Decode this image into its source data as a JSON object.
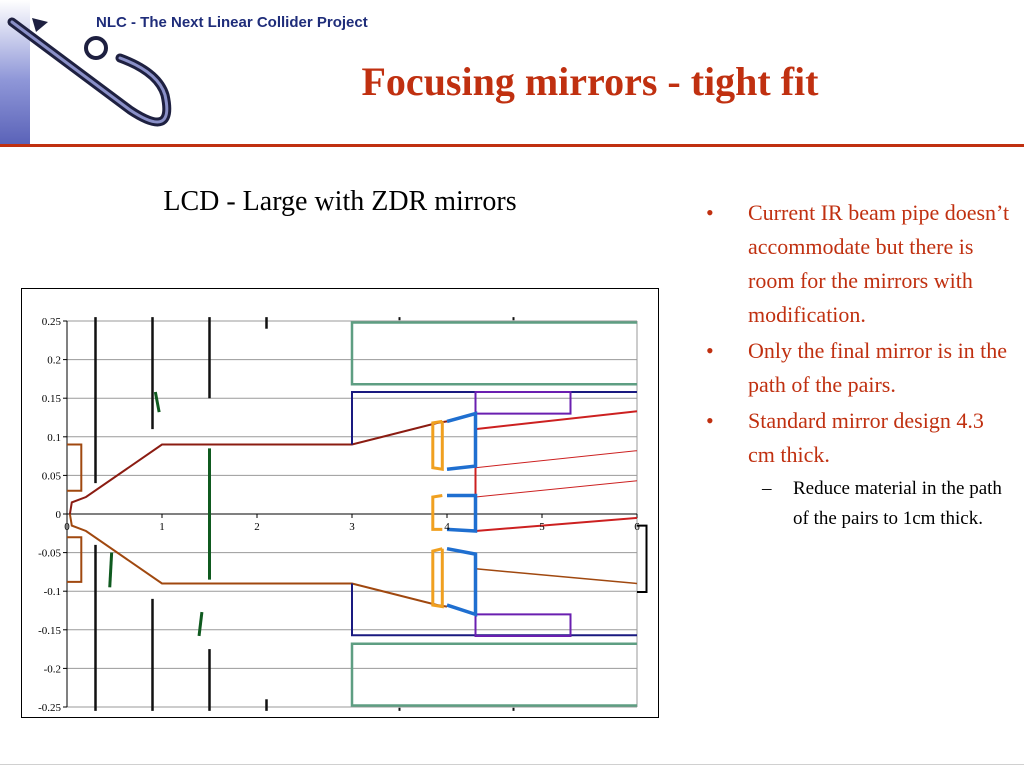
{
  "header": {
    "project_title": "NLC - The Next Linear Collider Project",
    "slide_title": "Focusing mirrors - tight fit"
  },
  "bullets": [
    "Current IR beam pipe doesn’t accommodate but there is room for the mirrors with modification.",
    "Only the final mirror is in the path of the pairs.",
    "Standard mirror design 4.3 cm thick."
  ],
  "sub_bullets": [
    "Reduce material in the path of the pairs to 1cm thick."
  ],
  "bullet_marker": "•",
  "sub_marker": "–",
  "chart_data": {
    "type": "line",
    "title": "LCD - Large with ZDR mirrors",
    "xlim": [
      0,
      6
    ],
    "ylim": [
      -0.25,
      0.25
    ],
    "x_ticks": [
      "0",
      "1",
      "2",
      "3",
      "4",
      "5",
      "6"
    ],
    "y_ticks": [
      "0.25",
      "0.2",
      "0.15",
      "0.1",
      "0.05",
      "0",
      "-0.05",
      "-0.1",
      "-0.15",
      "-0.2",
      "-0.25"
    ],
    "grid": "horizontal",
    "legend": "none",
    "series": [
      {
        "color": "#8b1c12",
        "width": 2,
        "points": [
          [
            0.03,
            0
          ],
          [
            0.05,
            0.015
          ],
          [
            0.2,
            0.022
          ],
          [
            1,
            0.09
          ],
          [
            3,
            0.09
          ],
          [
            3.9,
            0.118
          ],
          [
            4,
            0.12
          ]
        ]
      },
      {
        "color": "#a0480f",
        "width": 2,
        "points": [
          [
            0.03,
            0
          ],
          [
            0.05,
            -0.015
          ],
          [
            0.2,
            -0.022
          ],
          [
            1,
            -0.09
          ],
          [
            3,
            -0.09
          ],
          [
            3.9,
            -0.118
          ],
          [
            4,
            -0.12
          ]
        ]
      },
      {
        "color": "#a0480f",
        "width": 1.5,
        "points": [
          [
            4.3,
            -0.071
          ],
          [
            6,
            -0.09
          ]
        ]
      },
      {
        "color": "#cc2020",
        "width": 2,
        "points": [
          [
            4.3,
            0.11
          ],
          [
            6,
            0.133
          ]
        ]
      },
      {
        "color": "#cc2020",
        "width": 1,
        "points": [
          [
            4.3,
            0.06
          ],
          [
            6,
            0.082
          ]
        ]
      },
      {
        "color": "#cc2020",
        "width": 1,
        "points": [
          [
            4.3,
            0.022
          ],
          [
            6,
            0.043
          ]
        ]
      },
      {
        "color": "#cc2020",
        "width": 2,
        "points": [
          [
            4.3,
            -0.022
          ],
          [
            6,
            -0.005
          ]
        ]
      },
      {
        "color": "#cc2020",
        "width": 2,
        "points": [
          [
            4.3,
            0.11
          ],
          [
            4.3,
            -0.022
          ]
        ]
      },
      {
        "color": "#1a1a80",
        "width": 2,
        "points": [
          [
            3,
            0.09
          ],
          [
            3,
            0.158
          ],
          [
            6,
            0.158
          ]
        ]
      },
      {
        "color": "#1a1a80",
        "width": 2,
        "points": [
          [
            3,
            -0.09
          ],
          [
            3,
            -0.157
          ],
          [
            6,
            -0.157
          ]
        ]
      },
      {
        "color": "#5e9e82",
        "width": 2.5,
        "points": [
          [
            6,
            0.248
          ],
          [
            3,
            0.248
          ],
          [
            3,
            0.168
          ],
          [
            6,
            0.168
          ]
        ]
      },
      {
        "color": "#5e9e82",
        "width": 2.5,
        "points": [
          [
            6,
            -0.248
          ],
          [
            3,
            -0.248
          ],
          [
            3,
            -0.168
          ],
          [
            6,
            -0.168
          ]
        ]
      },
      {
        "color": "#6a1fb0",
        "width": 2,
        "points": [
          [
            4.3,
            0.13
          ],
          [
            4.3,
            0.158
          ],
          [
            5.3,
            0.158
          ],
          [
            5.3,
            0.13
          ],
          [
            4.3,
            0.13
          ]
        ]
      },
      {
        "color": "#6a1fb0",
        "width": 2,
        "points": [
          [
            4.3,
            -0.13
          ],
          [
            4.3,
            -0.158
          ],
          [
            5.3,
            -0.158
          ],
          [
            5.3,
            -0.13
          ],
          [
            4.3,
            -0.13
          ]
        ]
      },
      {
        "color": "#1f6fd0",
        "width": 3.5,
        "points": [
          [
            4,
            0.12
          ],
          [
            4.3,
            0.13
          ],
          [
            4.3,
            0.062
          ],
          [
            4,
            0.058
          ]
        ]
      },
      {
        "color": "#1f6fd0",
        "width": 3.5,
        "points": [
          [
            4,
            0.024
          ],
          [
            4.3,
            0.024
          ],
          [
            4.3,
            -0.022
          ],
          [
            4,
            -0.02
          ]
        ]
      },
      {
        "color": "#1f6fd0",
        "width": 3.5,
        "points": [
          [
            4,
            -0.045
          ],
          [
            4.3,
            -0.052
          ],
          [
            4.3,
            -0.13
          ],
          [
            4,
            -0.118
          ]
        ]
      },
      {
        "color": "#f0a020",
        "width": 3,
        "points": [
          [
            3.95,
            0.12
          ],
          [
            3.85,
            0.118
          ],
          [
            3.85,
            0.06
          ],
          [
            3.95,
            0.058
          ],
          [
            3.95,
            0.12
          ]
        ]
      },
      {
        "color": "#f0a020",
        "width": 3,
        "points": [
          [
            3.95,
            0.024
          ],
          [
            3.85,
            0.022
          ],
          [
            3.85,
            -0.02
          ],
          [
            3.95,
            -0.02
          ]
        ]
      },
      {
        "color": "#f0a020",
        "width": 3,
        "points": [
          [
            3.95,
            -0.045
          ],
          [
            3.85,
            -0.048
          ],
          [
            3.85,
            -0.118
          ],
          [
            3.95,
            -0.12
          ],
          [
            3.95,
            -0.045
          ]
        ]
      },
      {
        "color": "#a0480f",
        "width": 2,
        "points": [
          [
            0,
            0.09
          ],
          [
            0.15,
            0.09
          ],
          [
            0.15,
            0.03
          ],
          [
            0,
            0.03
          ]
        ]
      },
      {
        "color": "#a0480f",
        "width": 2,
        "points": [
          [
            0,
            -0.03
          ],
          [
            0.15,
            -0.03
          ],
          [
            0.15,
            -0.088
          ],
          [
            0,
            -0.088
          ]
        ]
      },
      {
        "color": "#000000",
        "width": 2,
        "points": [
          [
            6,
            -0.015
          ],
          [
            6.1,
            -0.015
          ],
          [
            6.1,
            -0.101
          ],
          [
            6,
            -0.101
          ]
        ]
      }
    ],
    "vertical_segments": [
      {
        "x": 0.3,
        "y1": 0.255,
        "y2": 0.04,
        "color": "#111111",
        "width": 2.5
      },
      {
        "x": 0.3,
        "y1": -0.04,
        "y2": -0.255,
        "color": "#111111",
        "width": 2.5
      },
      {
        "x": 0.9,
        "y1": 0.255,
        "y2": 0.11,
        "color": "#111111",
        "width": 2.5
      },
      {
        "x": 0.9,
        "y1": -0.11,
        "y2": -0.255,
        "color": "#111111",
        "width": 2.5
      },
      {
        "x": 1.5,
        "y1": 0.255,
        "y2": 0.15,
        "color": "#111111",
        "width": 2.5
      },
      {
        "x": 1.5,
        "y1": -0.175,
        "y2": -0.255,
        "color": "#111111",
        "width": 2.5
      },
      {
        "x": 2.1,
        "y1": 0.255,
        "y2": 0.24,
        "color": "#111111",
        "width": 2.5
      },
      {
        "x": 2.1,
        "y1": -0.24,
        "y2": -0.255,
        "color": "#111111",
        "width": 2.5
      },
      {
        "x": 1.5,
        "y1": 0.085,
        "y2": -0.085,
        "color": "#0f5a1f",
        "width": 3
      },
      {
        "x": 3.5,
        "y1": 0.255,
        "y2": 0.251,
        "color": "#111111",
        "width": 2
      },
      {
        "x": 3.5,
        "y1": -0.251,
        "y2": -0.255,
        "color": "#111111",
        "width": 2
      },
      {
        "x": 4.7,
        "y1": 0.255,
        "y2": 0.251,
        "color": "#111111",
        "width": 2
      },
      {
        "x": 4.7,
        "y1": -0.251,
        "y2": -0.255,
        "color": "#111111",
        "width": 2
      }
    ],
    "slanted_segments": [
      {
        "x1": 0.93,
        "y1": 0.158,
        "x2": 0.97,
        "y2": 0.132,
        "color": "#0f5a1f",
        "width": 3
      },
      {
        "x1": 0.47,
        "y1": -0.05,
        "x2": 0.45,
        "y2": -0.095,
        "color": "#0f5a1f",
        "width": 3
      },
      {
        "x1": 1.42,
        "y1": -0.127,
        "x2": 1.39,
        "y2": -0.158,
        "color": "#0f5a1f",
        "width": 3
      }
    ]
  }
}
